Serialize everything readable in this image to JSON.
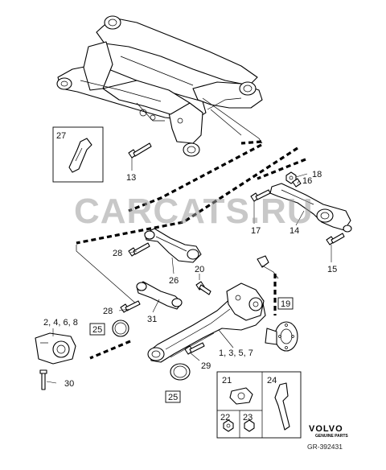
{
  "watermark": "CARCATS.RU",
  "brand": {
    "name": "VOLVO",
    "sub": "GENUINE PARTS"
  },
  "reference": "GR-392431",
  "callouts": {
    "c27": "27",
    "c13": "13",
    "c18": "18",
    "c16": "16",
    "c17": "17",
    "c14": "14",
    "c15": "15",
    "c28a": "28",
    "c26": "26",
    "c20": "20",
    "c28b": "28",
    "c31": "31",
    "c2468": "2, 4, 6, 8",
    "c19": "19",
    "c25a": "25",
    "c1357": "1, 3, 5, 7",
    "c29": "29",
    "c30": "30",
    "c25b": "25",
    "c21": "21",
    "c24": "24",
    "c22": "22",
    "c23": "23"
  }
}
